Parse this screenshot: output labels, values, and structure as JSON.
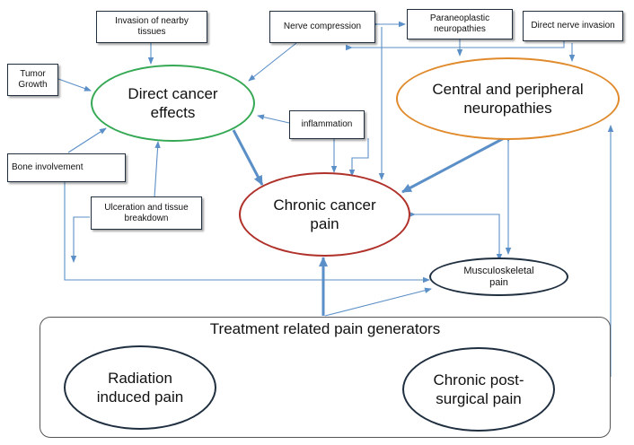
{
  "diagram": {
    "nodes": {
      "invasion": "Invasion of nearby tissues",
      "nerve_compression": "Nerve compression",
      "paraneoplastic": "Paraneoplastic neuropathies",
      "direct_nerve": "Direct nerve invasion",
      "tumor_growth": "Tumor Growth",
      "direct_effects": "Direct cancer effects",
      "neuropathies": "Central and peripheral neuropathies",
      "inflammation": "inflammation",
      "bone": "Bone involvement",
      "ulceration": "Ulceration and tissue breakdown",
      "chronic_pain": "Chronic cancer pain",
      "musculoskeletal": "Musculoskeletal pain",
      "treatment_group": "Treatment related pain generators",
      "radiation": "Radiation induced pain",
      "post_surgical": "Chronic post-surgical pain"
    },
    "colors": {
      "arrow": "#5b8fc7",
      "box_border": "#1f2f40",
      "direct_effects_border": "#34a853",
      "neuropathies_border": "#e08a2b",
      "chronic_pain_border": "#b0302a",
      "dark_ellipse_border": "#1f2f40"
    }
  }
}
